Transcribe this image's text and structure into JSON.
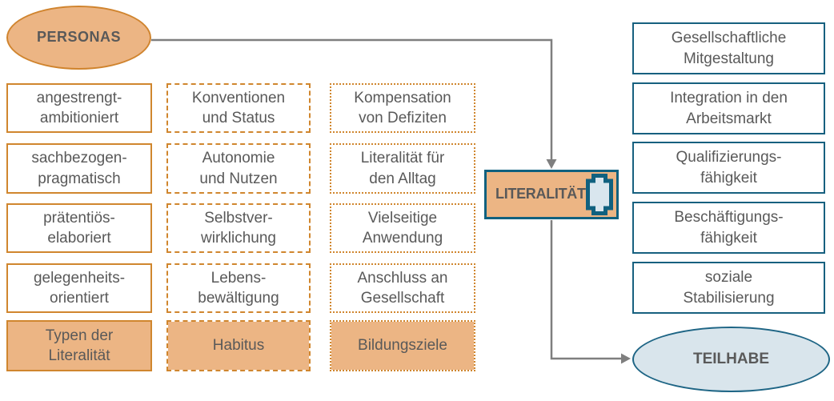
{
  "personas": {
    "label": "PERSONAS"
  },
  "columns": [
    {
      "border_style": "solid",
      "header": "Typen der\nLiteralität",
      "items": [
        "angestrengt-\nambitioniert",
        "sachbezogen-\npragmatisch",
        "prätentiös-\nelaboriert",
        "gelegenheits-\norientiert"
      ]
    },
    {
      "border_style": "dashed",
      "header": "Habitus",
      "items": [
        "Konventionen\nund Status",
        "Autonomie\nund Nutzen",
        "Selbstver-\nwirklichung",
        "Lebens-\nbewältigung"
      ]
    },
    {
      "border_style": "dotted",
      "header": "Bildungsziele",
      "items": [
        "Kompensation\nvon Defiziten",
        "Literalität für\nden Alltag",
        "Vielseitige\nAnwendung",
        "Anschluss an\nGesellschaft"
      ]
    }
  ],
  "literalitaet": {
    "label": "LITERALITÄT",
    "icon": "vertical-scroll"
  },
  "outcomes": [
    "Gesellschaftliche\nMitgestaltung",
    "Integration in den\nArbeitsmarkt",
    "Qualifizierungs-\nfähigkeit",
    "Beschäftigungs-\nfähigkeit",
    "soziale\nStabilisierung"
  ],
  "teilhabe": {
    "label": "TEILHABE"
  },
  "colors": {
    "orange_fill": "#ECB584",
    "orange_border": "#D0862E",
    "teal_border": "#17607F",
    "blue_fill": "#D9E5EC",
    "text": "#595959",
    "arrow": "#7F7F7F"
  }
}
